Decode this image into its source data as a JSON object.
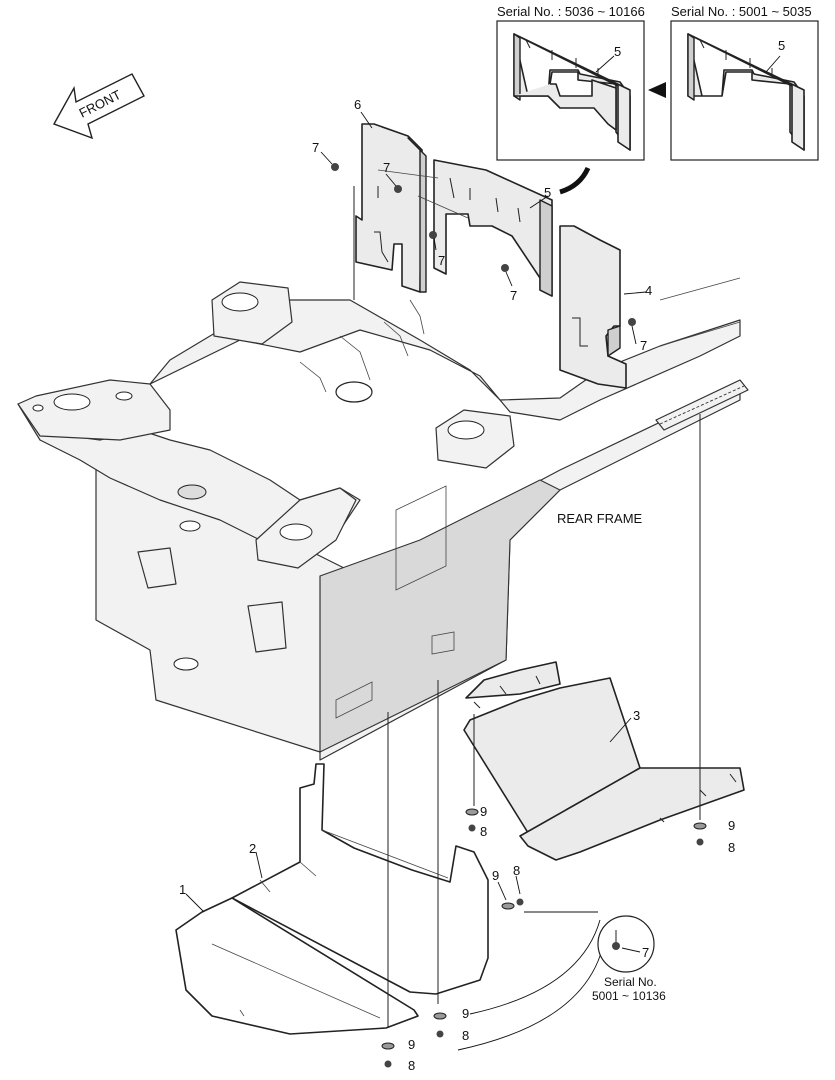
{
  "inset_left": {
    "title": "Serial No. : 5036 ~ 10166",
    "callout": "5"
  },
  "inset_right": {
    "title": "Serial No. : 5001 ~ 5035",
    "callout": "5"
  },
  "front_arrow": {
    "label": "FRONT"
  },
  "frame_label": "REAR FRAME",
  "serial_note": {
    "line1": "Serial No.",
    "line2": "5001 ~ 10136",
    "callout": "7"
  },
  "callouts": {
    "c1": "1",
    "c2": "2",
    "c3": "3",
    "c4": "4",
    "c5": "5",
    "c6": "6",
    "c7a": "7",
    "c7b": "7",
    "c7c": "7",
    "c7d": "7",
    "c7e": "7",
    "c8a": "8",
    "c8b": "8",
    "c8c": "8",
    "c8d": "8",
    "c8e": "8",
    "c9a": "9",
    "c9b": "9",
    "c9c": "9",
    "c9d": "9",
    "c9e": "9"
  }
}
